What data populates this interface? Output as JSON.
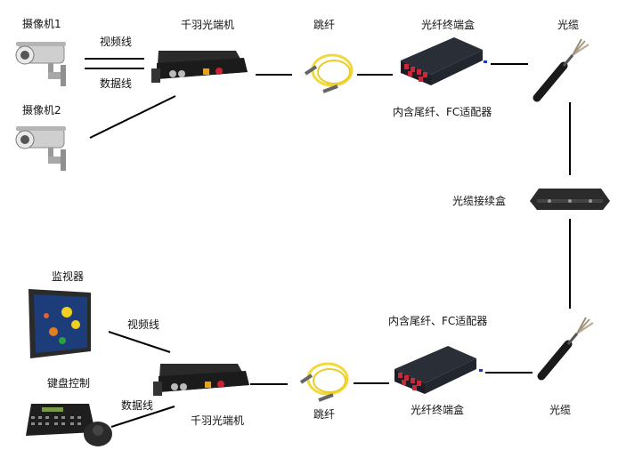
{
  "diagram": {
    "title": "光纤视频传输系统连接示意图",
    "top_chain": {
      "camera1_label": "摄像机1",
      "camera2_label": "摄像机2",
      "video_line_label": "视频线",
      "data_line_label": "数据线",
      "transceiver_label": "千羽光端机",
      "patch_cord_label": "跳纤",
      "terminal_box_label": "光纤终端盒",
      "terminal_box_note": "内含尾纤、FC适配器",
      "cable_label": "光缆"
    },
    "middle": {
      "splice_box_label": "光缆接续盒"
    },
    "bottom_chain": {
      "monitor_label": "监视器",
      "keyboard_label": "键盘控制",
      "video_line_label": "视频线",
      "data_line_label": "数据线",
      "transceiver_label": "千羽光端机",
      "patch_cord_label": "跳纤",
      "terminal_box_label": "光纤终端盒",
      "terminal_box_note": "内含尾纤、FC适配器",
      "cable_label": "光缆"
    },
    "colors": {
      "wire": "#000000",
      "device_body": "#1c1c1c",
      "fiber_yellow": "#f2d83a",
      "adapter_red": "#c8283a",
      "camera_silver": "#c9c9c9"
    }
  }
}
